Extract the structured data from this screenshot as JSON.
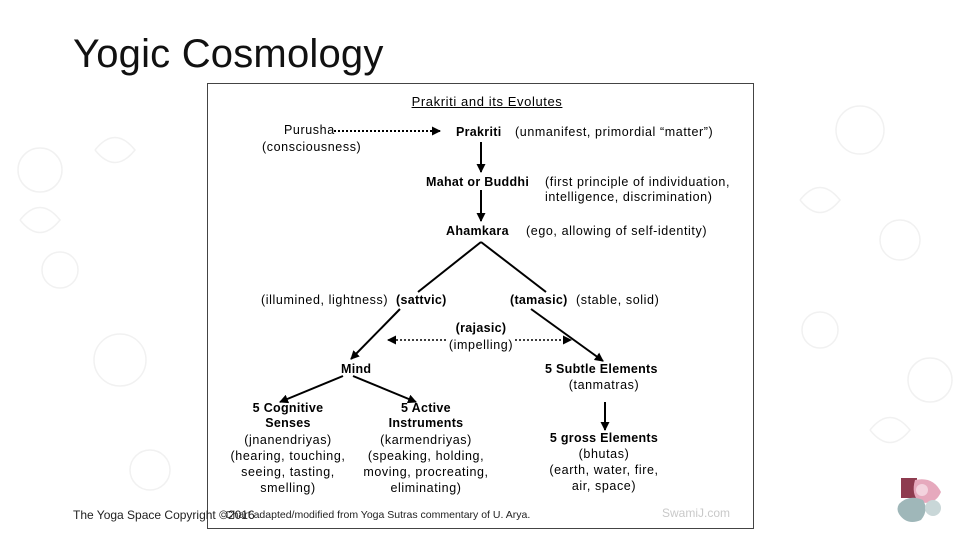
{
  "slide": {
    "title": "Yogic Cosmology",
    "footer": "The Yoga Space Copyright ©2016",
    "credit": "Chart adapted/modified from Yoga Sutras commentary of U. Arya.",
    "site": "SwamiJ.com"
  },
  "diagram": {
    "heading": "Prakriti and its Evolutes",
    "purusha": "Purusha",
    "purusha_sub": "(consciousness)",
    "prakriti": "Prakriti",
    "prakriti_desc": "(unmanifest, primordial “matter”)",
    "mahat": "Mahat or Buddhi",
    "mahat_desc_1": "(first principle of individuation,",
    "mahat_desc_2": "intelligence, discrimination)",
    "ahamkara": "Ahamkara",
    "ahamkara_desc": "(ego, allowing of self-identity)",
    "sattvic_prefix": "(illumined, lightness)",
    "sattvic": "(sattvic)",
    "tamasic": "(tamasic)",
    "tamasic_suffix": "(stable, solid)",
    "rajasic": "(rajasic)",
    "rajasic_sub": "(impelling)",
    "mind": "Mind",
    "subtle_1": "5 Subtle Elements",
    "subtle_2": "(tanmatras)",
    "cognitive_1": "5 Cognitive",
    "cognitive_2": "Senses",
    "cognitive_3": "(jnanendriyas)",
    "cognitive_4": "(hearing, touching,",
    "cognitive_5": "seeing, tasting,",
    "cognitive_6": "smelling)",
    "active_1": "5 Active",
    "active_2": "Instruments",
    "active_3": "(karmendriyas)",
    "active_4": "(speaking, holding,",
    "active_5": "moving, procreating,",
    "active_6": "eliminating)",
    "gross_1": "5 gross Elements",
    "gross_2": "(bhutas)",
    "gross_3": "(earth, water, fire,",
    "gross_4": "air, space)"
  },
  "colors": {
    "deco": "#f3f3f3",
    "line": "#000000",
    "logo_pink": "#e6a9bd",
    "logo_teal": "#9fb7b9",
    "logo_maroon": "#8e3b4f"
  }
}
